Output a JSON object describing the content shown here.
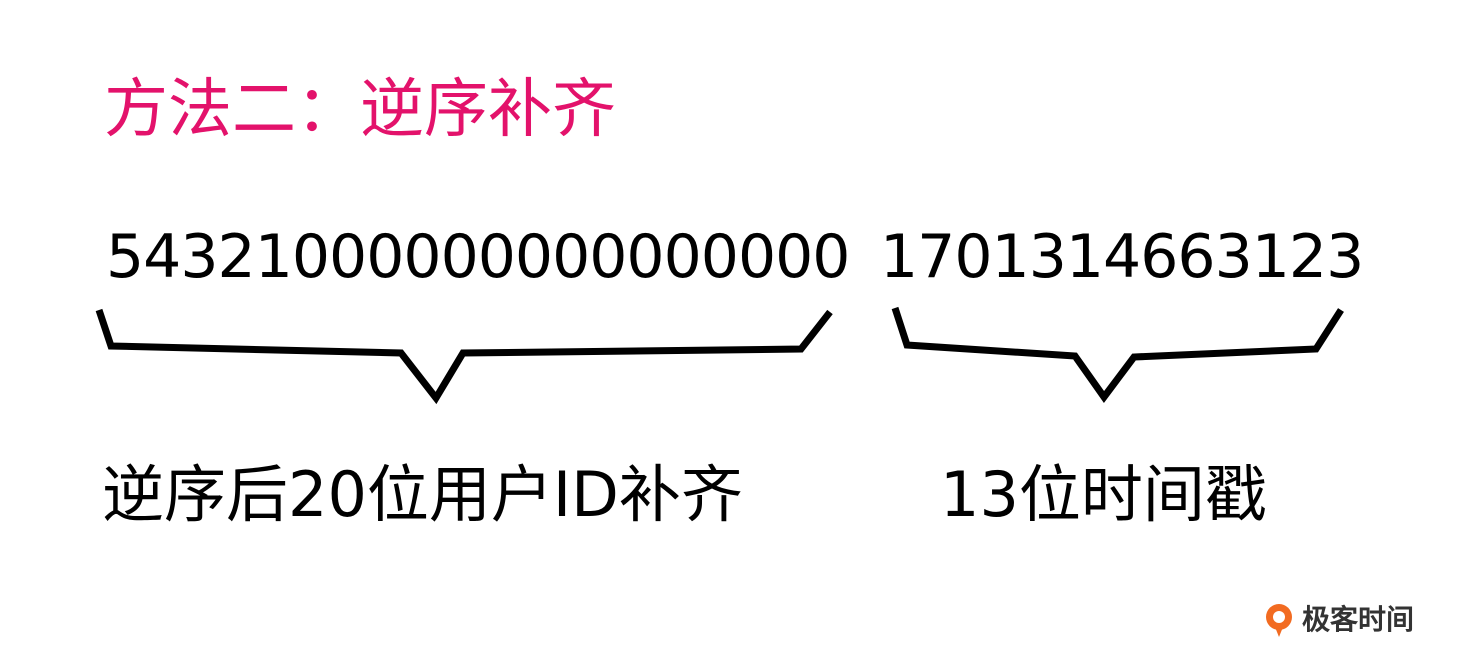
{
  "title": "方法二：逆序补齐",
  "colors": {
    "title": "#e3126b",
    "text": "#000000",
    "logo_accent": "#f26b21",
    "logo_text": "#333333"
  },
  "left_segment": {
    "number": "54321000000000000000",
    "label": "逆序后20位用户ID补齐"
  },
  "right_segment": {
    "number": "1701314663123",
    "label": "13位时间戳"
  },
  "logo": {
    "icon": "geektime-logo-icon",
    "text": "极客时间"
  }
}
